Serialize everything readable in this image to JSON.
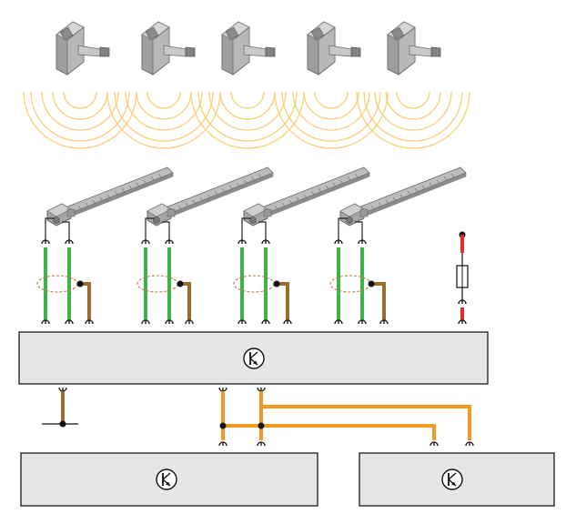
{
  "colors": {
    "background": "#ffffff",
    "module_fill": "#e6e6e6",
    "module_stroke": "#1a1a1a",
    "wire_green": "#3db34a",
    "wire_brown": "#9b6b2f",
    "wire_orange": "#f29a1f",
    "wire_red": "#e52b2b",
    "wire_black": "#222222",
    "radio_wave": "#f7cf73",
    "shield_loop": "#c27a47",
    "sensor_metal": "#b5b5b5",
    "antenna_metal": "#a9a9a9"
  },
  "icons": {
    "tire_pressure_sensor": "tpms-valve-sensor-icon",
    "antenna": "receiver-antenna-strip-icon",
    "control_unit": "transistor-control-unit-icon",
    "fuse": "fuse-icon",
    "ground": "ground-connection-icon",
    "radio": "radio-wave-icon"
  },
  "sensors_count": 5,
  "antennas_count": 4,
  "control_units_count": 3
}
